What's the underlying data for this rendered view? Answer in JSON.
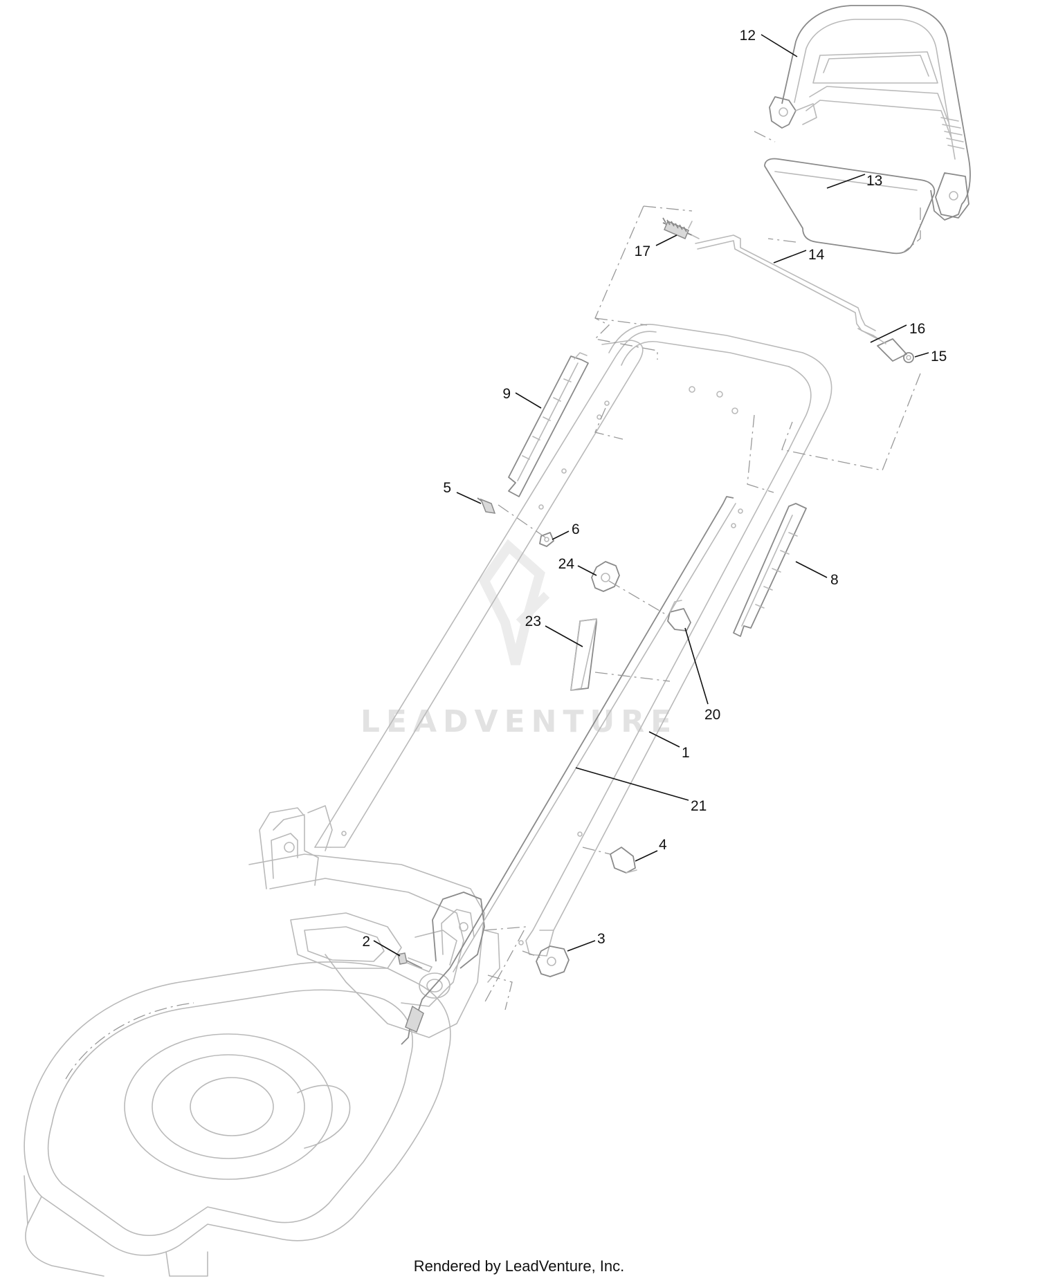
{
  "watermark": {
    "text": "LEADVENTURE"
  },
  "footer": {
    "credit": "Rendered by LeadVenture, Inc."
  },
  "callouts": [
    {
      "id": "12",
      "label": "12"
    },
    {
      "id": "13",
      "label": "13"
    },
    {
      "id": "17",
      "label": "17"
    },
    {
      "id": "14",
      "label": "14"
    },
    {
      "id": "16",
      "label": "16"
    },
    {
      "id": "15",
      "label": "15"
    },
    {
      "id": "9",
      "label": "9"
    },
    {
      "id": "5",
      "label": "5"
    },
    {
      "id": "6",
      "label": "6"
    },
    {
      "id": "24",
      "label": "24"
    },
    {
      "id": "8",
      "label": "8"
    },
    {
      "id": "23",
      "label": "23"
    },
    {
      "id": "20",
      "label": "20"
    },
    {
      "id": "1",
      "label": "1"
    },
    {
      "id": "21",
      "label": "21"
    },
    {
      "id": "4",
      "label": "4"
    },
    {
      "id": "2",
      "label": "2"
    },
    {
      "id": "3",
      "label": "3"
    }
  ]
}
